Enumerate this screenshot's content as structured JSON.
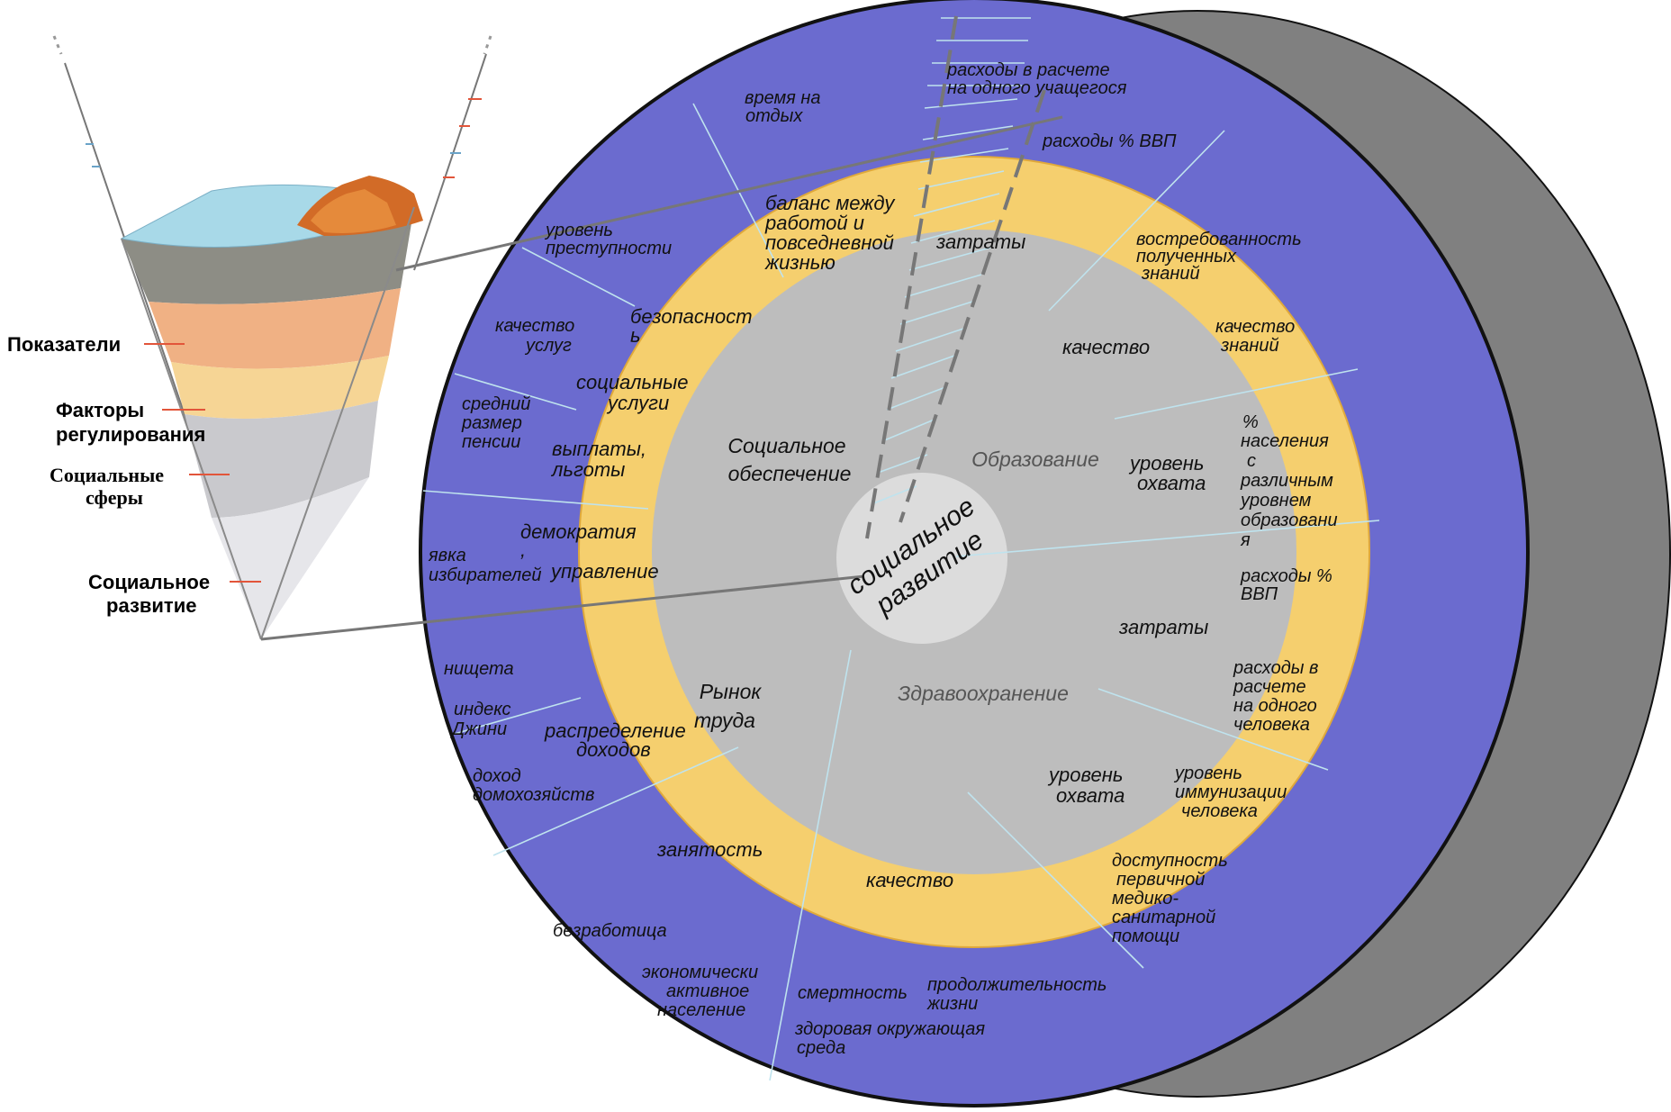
{
  "legend": {
    "indicators": "Показатели",
    "factors_1": "Факторы",
    "factors_2": "регулирования",
    "spheres_1": "Социальные",
    "spheres_2": "сферы",
    "core_1": "Социальное",
    "core_2": "развитие"
  },
  "core": {
    "line1": "социальное",
    "line2": "развитие"
  },
  "spheres": {
    "social_security_1": "Социальное",
    "social_security_2": "обеспечение",
    "education": "Образование",
    "health": "Здравоохранение",
    "labor_1": "Рынок",
    "labor_2": "труда"
  },
  "factors": {
    "balance_1": "баланс между",
    "balance_2": "работой и",
    "balance_3": "повседневной",
    "balance_4": "жизнью",
    "costs_top": "затраты",
    "safety_1": "безопасност",
    "safety_2": "ь",
    "social_services_1": "социальные",
    "social_services_2": "услуги",
    "payments_1": "выплаты,",
    "payments_2": "льготы",
    "democracy_1": "демократия",
    "democracy_2": ",",
    "democracy_3": "управление",
    "quality_edu": "качество",
    "coverage_edu_1": "уровень",
    "coverage_edu_2": "охвата",
    "costs_right": "затраты",
    "coverage_health_1": "уровень",
    "coverage_health_2": "охвата",
    "quality_health": "качество",
    "employment": "занятость",
    "income_dist_1": "распределение",
    "income_dist_2": "доходов"
  },
  "indicators": {
    "leisure_1": "время на",
    "leisure_2": "отдых",
    "per_student_1": "расходы в расчете",
    "per_student_2": "на одного учащегося",
    "gdp_edu": "расходы % ВВП",
    "crime_1": "уровень",
    "crime_2": "преступности",
    "demand_1": "востребованность",
    "demand_2": "полученных",
    "demand_3": "знаний",
    "service_quality_1": "качество",
    "service_quality_2": "услуг",
    "knowledge_quality_1": "качество",
    "knowledge_quality_2": "знаний",
    "pension_1": "средний",
    "pension_2": "размер",
    "pension_3": "пенсии",
    "pop_edu_1": "%",
    "pop_edu_2": "населения",
    "pop_edu_3": "с",
    "pop_edu_4": "различным",
    "pop_edu_5": "уровнем",
    "pop_edu_6": "образовани",
    "pop_edu_7": "я",
    "turnout_1": "явка",
    "turnout_2": "избирателей",
    "gdp_health_1": "расходы %",
    "gdp_health_2": "ВВП",
    "poverty": "нищета",
    "per_person_1": "расходы в",
    "per_person_2": "расчете",
    "per_person_3": "на одного",
    "per_person_4": "человека",
    "gini_1": "индекс",
    "gini_2": "Джини",
    "household_1": "доход",
    "household_2": "домохозяйств",
    "immun_1": "уровень",
    "immun_2": "иммунизации",
    "immun_3": "человека",
    "primary_care_1": "доступность",
    "primary_care_2": "первичной",
    "primary_care_3": "медико-",
    "primary_care_4": "санитарной",
    "primary_care_5": "помощи",
    "unemployment": "безработица",
    "active_pop_1": "экономически",
    "active_pop_2": "активное",
    "active_pop_3": "население",
    "mortality": "смертность",
    "life_exp_1": "продолжительность",
    "life_exp_2": "жизни",
    "environment_1": "здоровая окружающая",
    "environment_2": "среда"
  },
  "colors": {
    "outer_ring": "#6b6bcf",
    "factor_ring": "#f5cf6e",
    "sphere_disk": "#bdbdbd",
    "core_disk": "#dcdcdc",
    "shadow": "#808080",
    "ring_border": "#111111",
    "divider": "#bfe3ee"
  }
}
